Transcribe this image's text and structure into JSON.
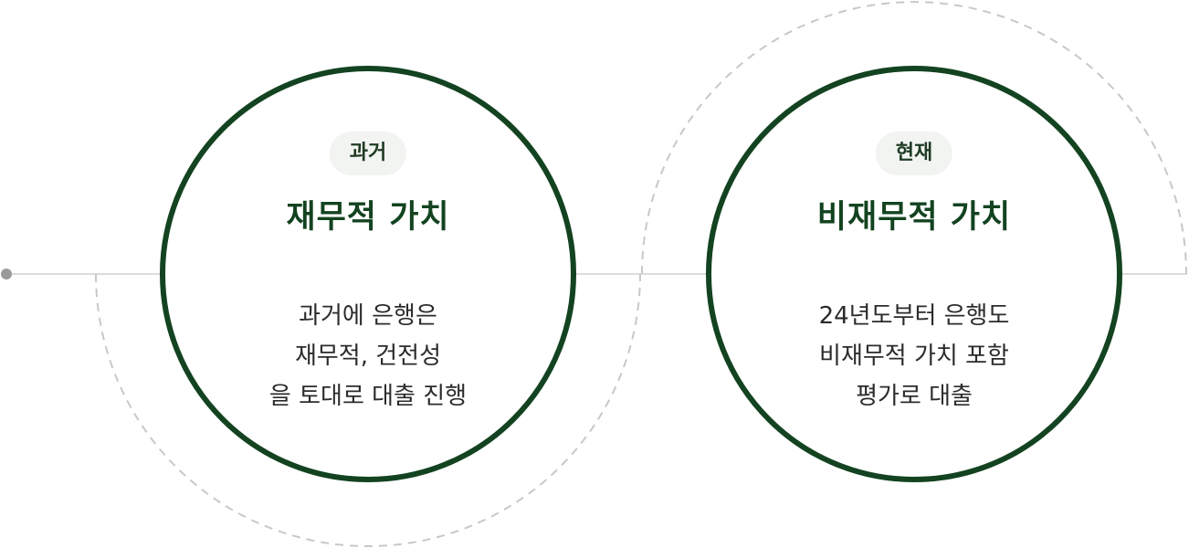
{
  "stages": [
    {
      "badge": "과거",
      "title": "재무적 가치",
      "description": [
        "과거에 은행은",
        "재무적, 건전성",
        "을 토대로 대출 진행"
      ]
    },
    {
      "badge": "현재",
      "title": "비재무적 가치",
      "description": [
        "24년도부터 은행도",
        "비재무적 가치 포함",
        "평가로 대출"
      ]
    }
  ],
  "colors": {
    "accent": "#134320",
    "badge_background": "#f2f4f1",
    "line": "#dcdcdc",
    "dashed": "#c8c8c8",
    "dot": "#9a9a9a"
  }
}
